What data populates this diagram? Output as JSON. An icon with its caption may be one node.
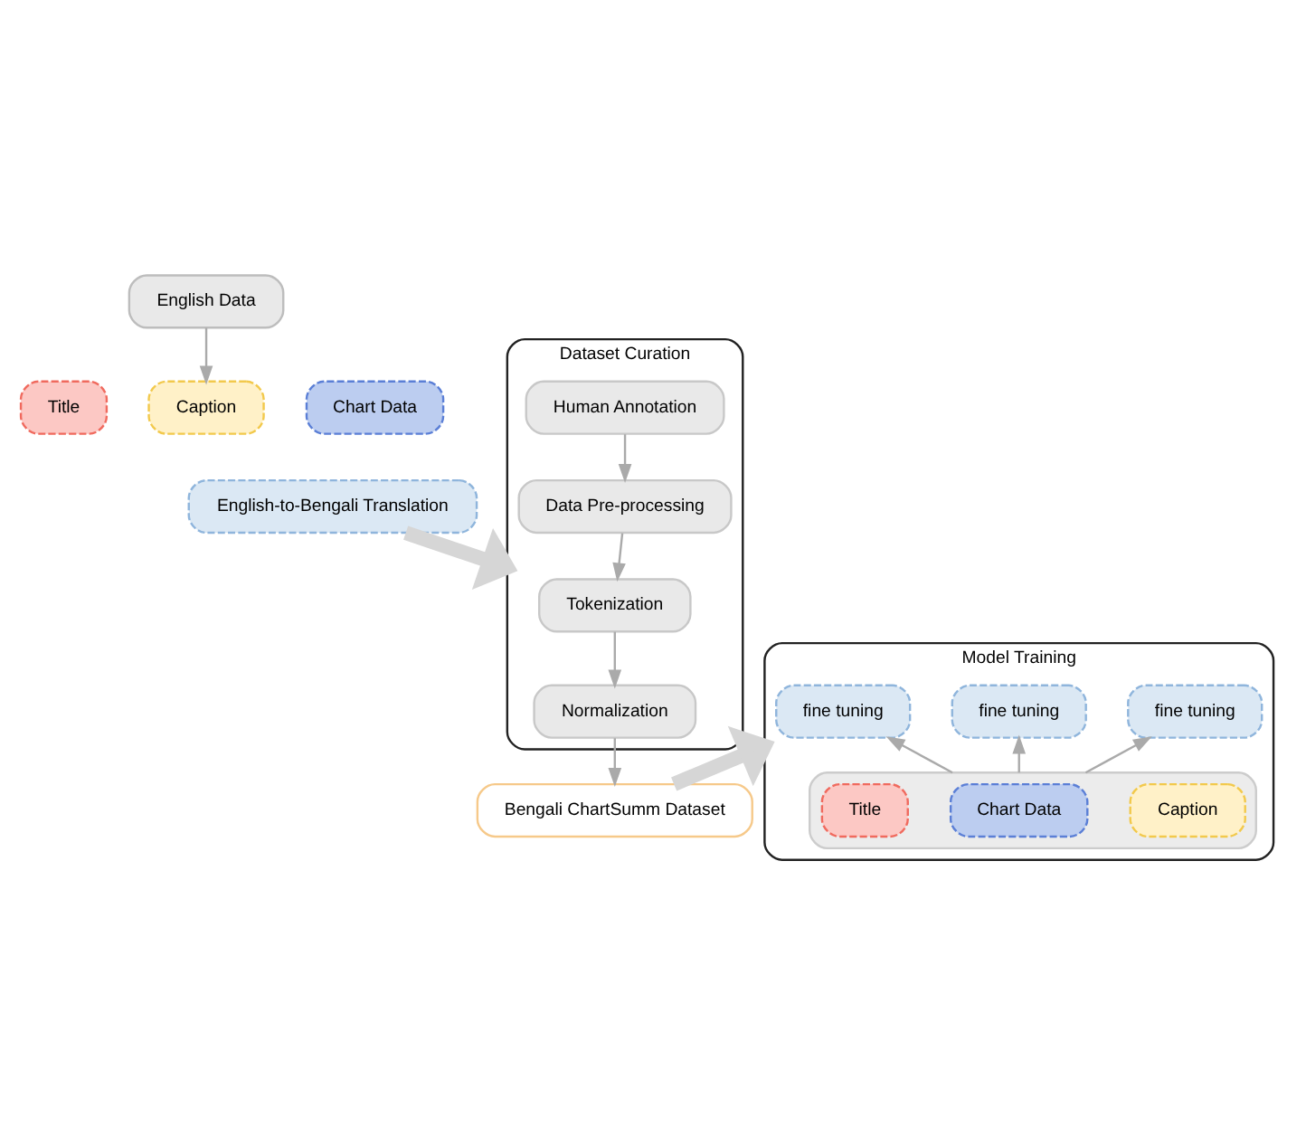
{
  "diagram": {
    "nodes": [
      {
        "text": [
          "English Data"
        ]
      },
      {
        "text": [
          "Title"
        ]
      },
      {
        "text": [
          "Caption"
        ]
      },
      {
        "text": [
          "Chart Data"
        ]
      },
      {
        "text": [
          "English-to-Bengali Translation"
        ]
      },
      {
        "text": [
          "Dataset Curation"
        ]
      },
      {
        "text": [
          "Human Annotation"
        ],
        "in": 5
      },
      {
        "text": [
          "Data Pre-processing"
        ],
        "in": 5
      },
      {
        "text": [
          "Tokenization"
        ],
        "in": 5
      },
      {
        "text": [
          "Normalization"
        ],
        "in": 5
      },
      {
        "text": [
          "Bengali ChartSumm Dataset"
        ]
      },
      {
        "text": [
          "Model Training"
        ]
      },
      {
        "text": [
          "fine tuning"
        ],
        "in": 11
      },
      {
        "text": [
          "fine tuning"
        ],
        "in": 11
      },
      {
        "text": [
          "fine tuning"
        ],
        "in": 11
      },
      {
        "text": [],
        "shape": "box",
        "in": 11
      },
      {
        "text": [
          "Title"
        ],
        "in": 15
      },
      {
        "text": [
          "Chart Data"
        ],
        "in": 15
      },
      {
        "text": [
          "Caption"
        ],
        "in": 15
      }
    ],
    "edges": [
      {
        "from": 0,
        "to": 2,
        "arrow": "to"
      },
      {
        "from": 4,
        "to": 5,
        "arrow": "to",
        "style": "thick"
      },
      {
        "from": 6,
        "to": 7,
        "arrow": "to"
      },
      {
        "from": 7,
        "to": 8,
        "arrow": "to"
      },
      {
        "from": 8,
        "to": 9,
        "arrow": "to"
      },
      {
        "from": 9,
        "to": 10,
        "arrow": "to"
      },
      {
        "from": 10,
        "to": 11,
        "arrow": "to",
        "style": "thick"
      },
      {
        "from": 15,
        "to": 12,
        "arrow": "to"
      },
      {
        "from": 15,
        "to": 13,
        "arrow": "to"
      },
      {
        "from": 15,
        "to": 14,
        "arrow": "to"
      }
    ]
  }
}
